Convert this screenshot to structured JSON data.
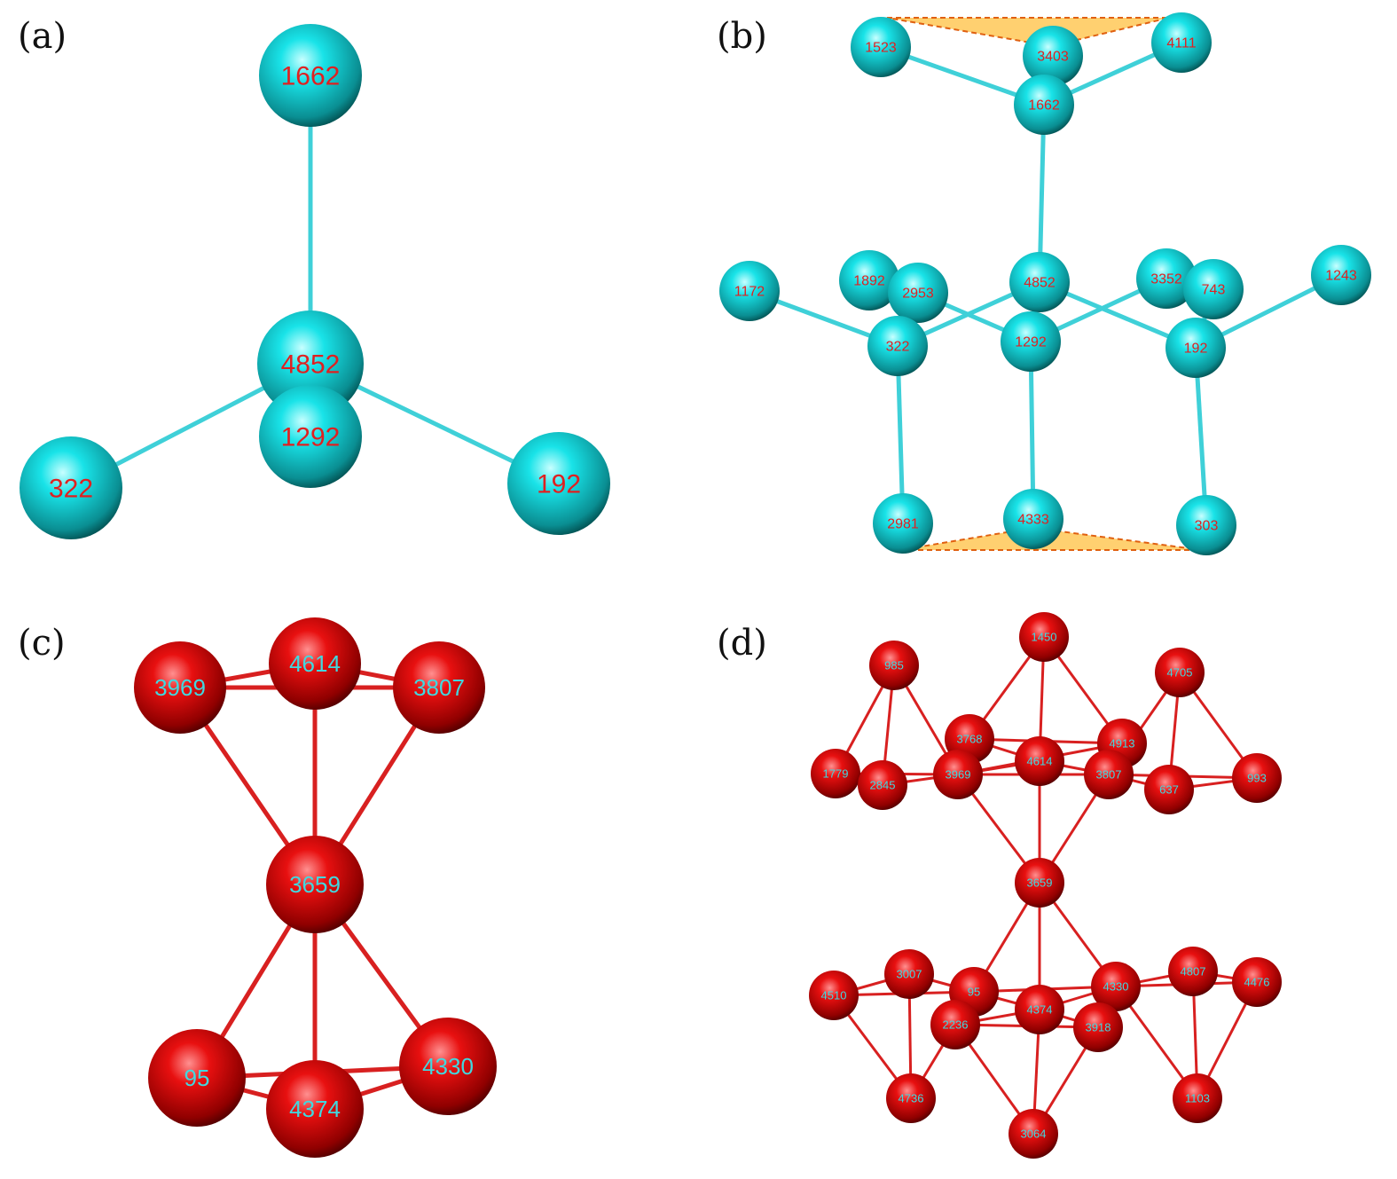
{
  "panels": [
    {
      "label": "(a)",
      "atom_color": "cyan",
      "atoms": [
        "1662",
        "4852",
        "1292",
        "322",
        "192"
      ],
      "bonds": [
        [
          "1662",
          "4852"
        ],
        [
          "4852",
          "1292"
        ],
        [
          "4852",
          "322"
        ],
        [
          "4852",
          "192"
        ]
      ]
    },
    {
      "label": "(b)",
      "atom_color": "cyan",
      "atoms": [
        "1523",
        "4111",
        "3403",
        "1662",
        "1172",
        "1892",
        "2953",
        "3352",
        "743",
        "1243",
        "4852",
        "322",
        "1292",
        "192",
        "2981",
        "4333",
        "303"
      ],
      "bonds": [
        [
          "1523",
          "1662"
        ],
        [
          "4111",
          "1662"
        ],
        [
          "3403",
          "1662"
        ],
        [
          "1662",
          "4852"
        ],
        [
          "1172",
          "322"
        ],
        [
          "2953",
          "322"
        ],
        [
          "4852",
          "322"
        ],
        [
          "4852",
          "1292"
        ],
        [
          "2953",
          "1292"
        ],
        [
          "4852",
          "192"
        ],
        [
          "3352",
          "1292"
        ],
        [
          "743",
          "192"
        ],
        [
          "1243",
          "192"
        ],
        [
          "322",
          "2981"
        ],
        [
          "1292",
          "4333"
        ],
        [
          "192",
          "303"
        ]
      ]
    },
    {
      "label": "(c)",
      "atom_color": "red",
      "atoms": [
        "4614",
        "3969",
        "3807",
        "3659",
        "95",
        "4374",
        "4330"
      ],
      "bonds": [
        [
          "3969",
          "4614"
        ],
        [
          "4614",
          "3807"
        ],
        [
          "3969",
          "3807"
        ],
        [
          "3969",
          "3659"
        ],
        [
          "4614",
          "3659"
        ],
        [
          "3807",
          "3659"
        ],
        [
          "3659",
          "95"
        ],
        [
          "3659",
          "4374"
        ],
        [
          "3659",
          "4330"
        ],
        [
          "95",
          "4374"
        ],
        [
          "4374",
          "4330"
        ],
        [
          "95",
          "4330"
        ]
      ]
    },
    {
      "label": "(d)",
      "atom_color": "red",
      "atoms": [
        "1450",
        "985",
        "4705",
        "3768",
        "4913",
        "4614",
        "1779",
        "2845",
        "3969",
        "3807",
        "637",
        "993",
        "3659",
        "3007",
        "4510",
        "95",
        "4330",
        "4807",
        "4476",
        "4374",
        "2236",
        "3918",
        "4736",
        "1103",
        "3064"
      ],
      "bonds": [
        [
          "1450",
          "3768"
        ],
        [
          "1450",
          "4614"
        ],
        [
          "1450",
          "4913"
        ],
        [
          "985",
          "1779"
        ],
        [
          "985",
          "2845"
        ],
        [
          "985",
          "3969"
        ],
        [
          "4705",
          "3807"
        ],
        [
          "4705",
          "637"
        ],
        [
          "4705",
          "993"
        ],
        [
          "3768",
          "4913"
        ],
        [
          "3768",
          "4614"
        ],
        [
          "3969",
          "4614"
        ],
        [
          "4614",
          "3807"
        ],
        [
          "3969",
          "3807"
        ],
        [
          "3969",
          "4913"
        ],
        [
          "1779",
          "2845"
        ],
        [
          "2845",
          "3969"
        ],
        [
          "1779",
          "3969"
        ],
        [
          "3807",
          "637"
        ],
        [
          "637",
          "993"
        ],
        [
          "3807",
          "993"
        ],
        [
          "3969",
          "3659"
        ],
        [
          "4614",
          "3659"
        ],
        [
          "3807",
          "3659"
        ],
        [
          "3659",
          "95"
        ],
        [
          "3659",
          "4374"
        ],
        [
          "3659",
          "4330"
        ],
        [
          "4510",
          "3007"
        ],
        [
          "3007",
          "95"
        ],
        [
          "4510",
          "95"
        ],
        [
          "95",
          "4374"
        ],
        [
          "4374",
          "4330"
        ],
        [
          "95",
          "4330"
        ],
        [
          "2236",
          "4374"
        ],
        [
          "4374",
          "3918"
        ],
        [
          "2236",
          "3918"
        ],
        [
          "4330",
          "4807"
        ],
        [
          "4807",
          "4476"
        ],
        [
          "4330",
          "4476"
        ],
        [
          "4510",
          "4736"
        ],
        [
          "3007",
          "4736"
        ],
        [
          "2236",
          "4736"
        ],
        [
          "2236",
          "3064"
        ],
        [
          "4374",
          "3064"
        ],
        [
          "3918",
          "3064"
        ],
        [
          "4330",
          "1103"
        ],
        [
          "4807",
          "1103"
        ],
        [
          "4476",
          "1103"
        ]
      ]
    }
  ],
  "colors": {
    "cyan_atom": "#19e3e8",
    "red_atom": "#e01010",
    "cyan_bond": "#3fd0d8",
    "red_bond": "#d82020",
    "cyan_text": "#e02020",
    "red_text": "#40d8e0",
    "plane": "#ffc040",
    "plane_edge": "#e06010"
  }
}
